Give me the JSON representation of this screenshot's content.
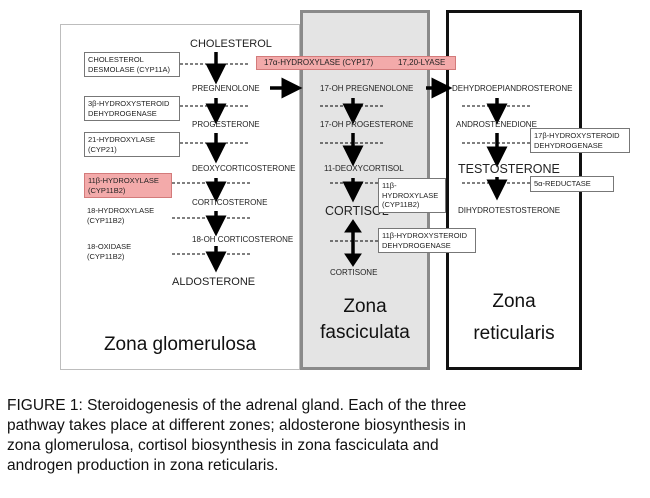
{
  "zones": {
    "glomerulosa": "Zona glomerulosa",
    "fasciculata_line1": "Zona",
    "fasciculata_line2": "fasciculata",
    "reticularis_line1": "Zona",
    "reticularis_line2": "reticularis"
  },
  "glomerulosa": {
    "cholesterol": "CHOLESTEROL",
    "pregnenolone": "PREGNENOLONE",
    "progesterone": "PROGESTERONE",
    "deoxycorticosterone": "DEOXYCORTICOSTERONE",
    "corticosterone": "CORTICOSTERONE",
    "oh_corticosterone": "18-OH CORTICOSTERONE",
    "aldosterone": "ALDOSTERONE",
    "enzymes": {
      "cyp11a_1": "CHOLESTEROL",
      "cyp11a_2": "DESMOLASE (CYP11A)",
      "hsd3b_1": "3β-HYDROXYSTEROID",
      "hsd3b_2": "DEHYDROGENASE",
      "cyp21_1": "21-HYDROXYLASE",
      "cyp21_2": "(CYP21)",
      "cyp11b2_1": "11β-HYDROXYLASE",
      "cyp11b2_2": "(CYP11B2)",
      "hydroxylase18_1": "18-HYDROXYLASE",
      "hydroxylase18_2": "(CYP11B2)",
      "oxidase18_1": "18-OXIDASE",
      "oxidase18_2": "(CYP11B2)"
    }
  },
  "cyp17_banner": {
    "left": "17α-HYDROXYLASE (CYP17)",
    "right": "17,20-LYASE"
  },
  "fasciculata": {
    "oh_pregnenolone": "17-OH PREGNENOLONE",
    "oh_progesterone": "17-OH PROGESTERONE",
    "deoxycortisol": "11-DEOXYCORTISOL",
    "cortisol": "CORTISOL",
    "cortisone": "CORTISONE",
    "enzymes": {
      "e11b_1": "11β-",
      "e11b_2": "HYDROXYLASE",
      "e11b_3": "(CYP11B2)",
      "hsd11b_1": "11β-HYDROXYSTEROID",
      "hsd11b_2": "DEHYDROGENASE"
    }
  },
  "reticularis": {
    "dhea": "DEHYDROEPIANDROSTERONE",
    "androstenedione": "ANDROSTENEDIONE",
    "testosterone": "TESTOSTERONE",
    "dht": "DIHYDROTESTOSTERONE",
    "enzymes": {
      "hsd17b_1": "17β-HYDROXYSTEROID",
      "hsd17b_2": "DEHYDROGENASE",
      "reductase": "5α-REDUCTASE"
    }
  },
  "caption": {
    "line1": "FIGURE 1: Steroidogenesis of the adrenal gland. Each of the three",
    "line2": "pathway takes place at different zones; aldosterone biosynthesis in",
    "line3": "zona glomerulosa, cortisol biosynthesis in zona fasciculata and",
    "line4": "androgen production in zona reticularis."
  },
  "colors": {
    "highlight": "#f3aaaa",
    "fasciculata_bg": "#e4e4e4",
    "arrow": "#000000"
  }
}
